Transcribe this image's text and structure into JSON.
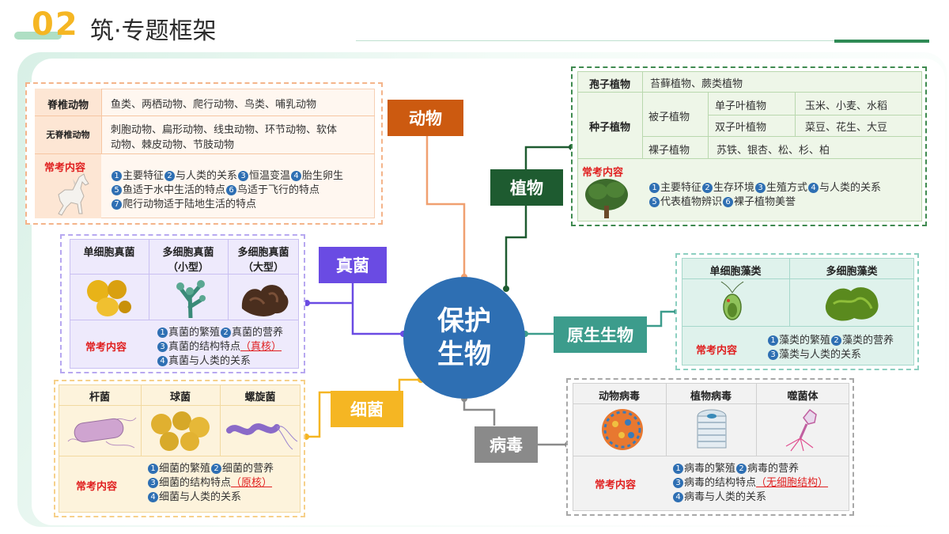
{
  "header": {
    "number": "02",
    "title": "筑·专题框架"
  },
  "center": {
    "line1": "保护",
    "line2": "生物"
  },
  "labels": {
    "animal": "动物",
    "plant": "植物",
    "fungi": "真菌",
    "protist": "原生生物",
    "bacteria": "细菌",
    "virus": "病毒"
  },
  "colors": {
    "animal": "#cc5a10",
    "plant": "#1e5b30",
    "fungi": "#6a4be3",
    "protist": "#3c9c8c",
    "bacteria": "#f5b623",
    "virus": "#8a8a8a",
    "center": "#2e6fb3"
  },
  "animal_box": {
    "row1": {
      "head": "脊椎动物",
      "text": "鱼类、两栖动物、爬行动物、鸟类、哺乳动物"
    },
    "row2": {
      "head": "无脊椎动物",
      "text1": "刺胞动物、扁形动物、线虫动物、环节动物、软体",
      "text2": "动物、棘皮动物、节肢动物"
    },
    "exam_head": "常考内容",
    "points": [
      {
        "n": [
          "1",
          "2",
          "3",
          "4"
        ],
        "parts": [
          "主要特征",
          "与人类的关系",
          "恒温变温",
          "胎生卵生"
        ]
      },
      {
        "n": [
          "5",
          "6"
        ],
        "parts": [
          "鱼适于水中生活的特点",
          "鸟适于飞行的特点"
        ]
      },
      {
        "n": [
          "7"
        ],
        "parts": [
          "爬行动物适于陆地生活的特点"
        ]
      }
    ],
    "icon": "horse-icon"
  },
  "plant_box": {
    "row1": {
      "head": "孢子植物",
      "text": "苔藓植物、蕨类植物"
    },
    "seed_head": "种子植物",
    "angio": "被子植物",
    "mono": {
      "head": "单子叶植物",
      "text": "玉米、小麦、水稻"
    },
    "dico": {
      "head": "双子叶植物",
      "text": "菜豆、花生、大豆"
    },
    "gymno": {
      "head": "裸子植物",
      "text": "苏铁、银杏、松、杉、柏"
    },
    "exam_head": "常考内容",
    "points": [
      {
        "n": [
          "1",
          "2",
          "3",
          "4"
        ],
        "parts": [
          "主要特征",
          "生存环境",
          "生殖方式",
          "与人类的关系"
        ]
      },
      {
        "n": [
          "5",
          "6"
        ],
        "parts": [
          "代表植物辨识",
          "裸子植物美誉"
        ]
      }
    ],
    "icon": "tree-icon"
  },
  "fungi_box": {
    "h1": "单细胞真菌",
    "h2a": "多细胞真菌",
    "h2b": "（小型）",
    "h3a": "多细胞真菌",
    "h3b": "（大型）",
    "exam_head": "常考内容",
    "p1a": "真菌的繁殖",
    "p1b": "真菌的营养",
    "p2a": "真菌的结构特点",
    "p2b": "（真核）",
    "p3": "真菌与人类的关系",
    "icons": [
      "yeast-icon",
      "mold-icon",
      "mushroom-icon"
    ]
  },
  "protist_box": {
    "h1": "单细胞藻类",
    "h2": "多细胞藻类",
    "exam_head": "常考内容",
    "p1a": "藻类的繁殖",
    "p1b": "藻类的营养",
    "p2": "藻类与人类的关系",
    "icons": [
      "chlamydomonas-icon",
      "seaweed-icon"
    ]
  },
  "bacteria_box": {
    "h1": "杆菌",
    "h2": "球菌",
    "h3": "螺旋菌",
    "exam_head": "常考内容",
    "p1a": "细菌的繁殖",
    "p1b": "细菌的营养",
    "p2a": "细菌的结构特点",
    "p2b": "（原核）",
    "p3": "细菌与人类的关系",
    "icons": [
      "bacillus-icon",
      "coccus-icon",
      "spirillum-icon"
    ]
  },
  "virus_box": {
    "h1": "动物病毒",
    "h2": "植物病毒",
    "h3": "噬菌体",
    "exam_head": "常考内容",
    "p1a": "病毒的繁殖",
    "p1b": "病毒的营养",
    "p2a": "病毒的结构特点",
    "p2b": "（无细胞结构）",
    "p3": "病毒与人类的关系",
    "icons": [
      "animal-virus-icon",
      "plant-virus-icon",
      "phage-icon"
    ]
  }
}
